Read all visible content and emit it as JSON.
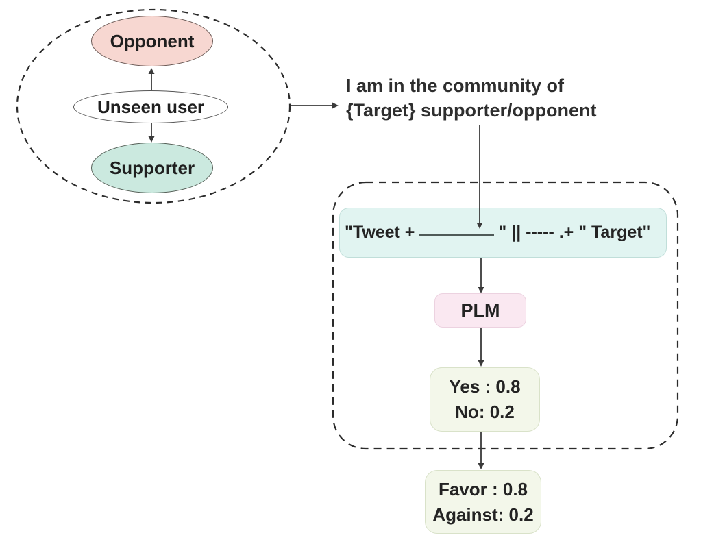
{
  "community_cluster": {
    "opponent": "Opponent",
    "unseen_user": "Unseen user",
    "supporter": "Supporter"
  },
  "prompt_caption": {
    "line1": "I am in the community of",
    "line2": "{Target} supporter/opponent"
  },
  "prompt_box": {
    "prefix": "\"Tweet +",
    "suffix": "\" || ----- .+ \" Target\""
  },
  "plm": {
    "label": "PLM"
  },
  "plm_output": {
    "line1": "Yes : 0.8",
    "line2": "No: 0.2"
  },
  "stance_output": {
    "line1": "Favor : 0.8",
    "line2": "Against: 0.2"
  },
  "colors": {
    "opponent_fill": "#f7d7d1",
    "supporter_fill": "#cbe9df",
    "unseen_user_fill": "#ffffff",
    "prompt_box_fill": "#e1f4f1",
    "plm_box_fill": "#fae8f1",
    "output_box_fill": "#f3f7ea",
    "dashed_stroke": "#2b2b2b",
    "arrow_stroke": "#3a3a3a",
    "text": "#232323"
  }
}
